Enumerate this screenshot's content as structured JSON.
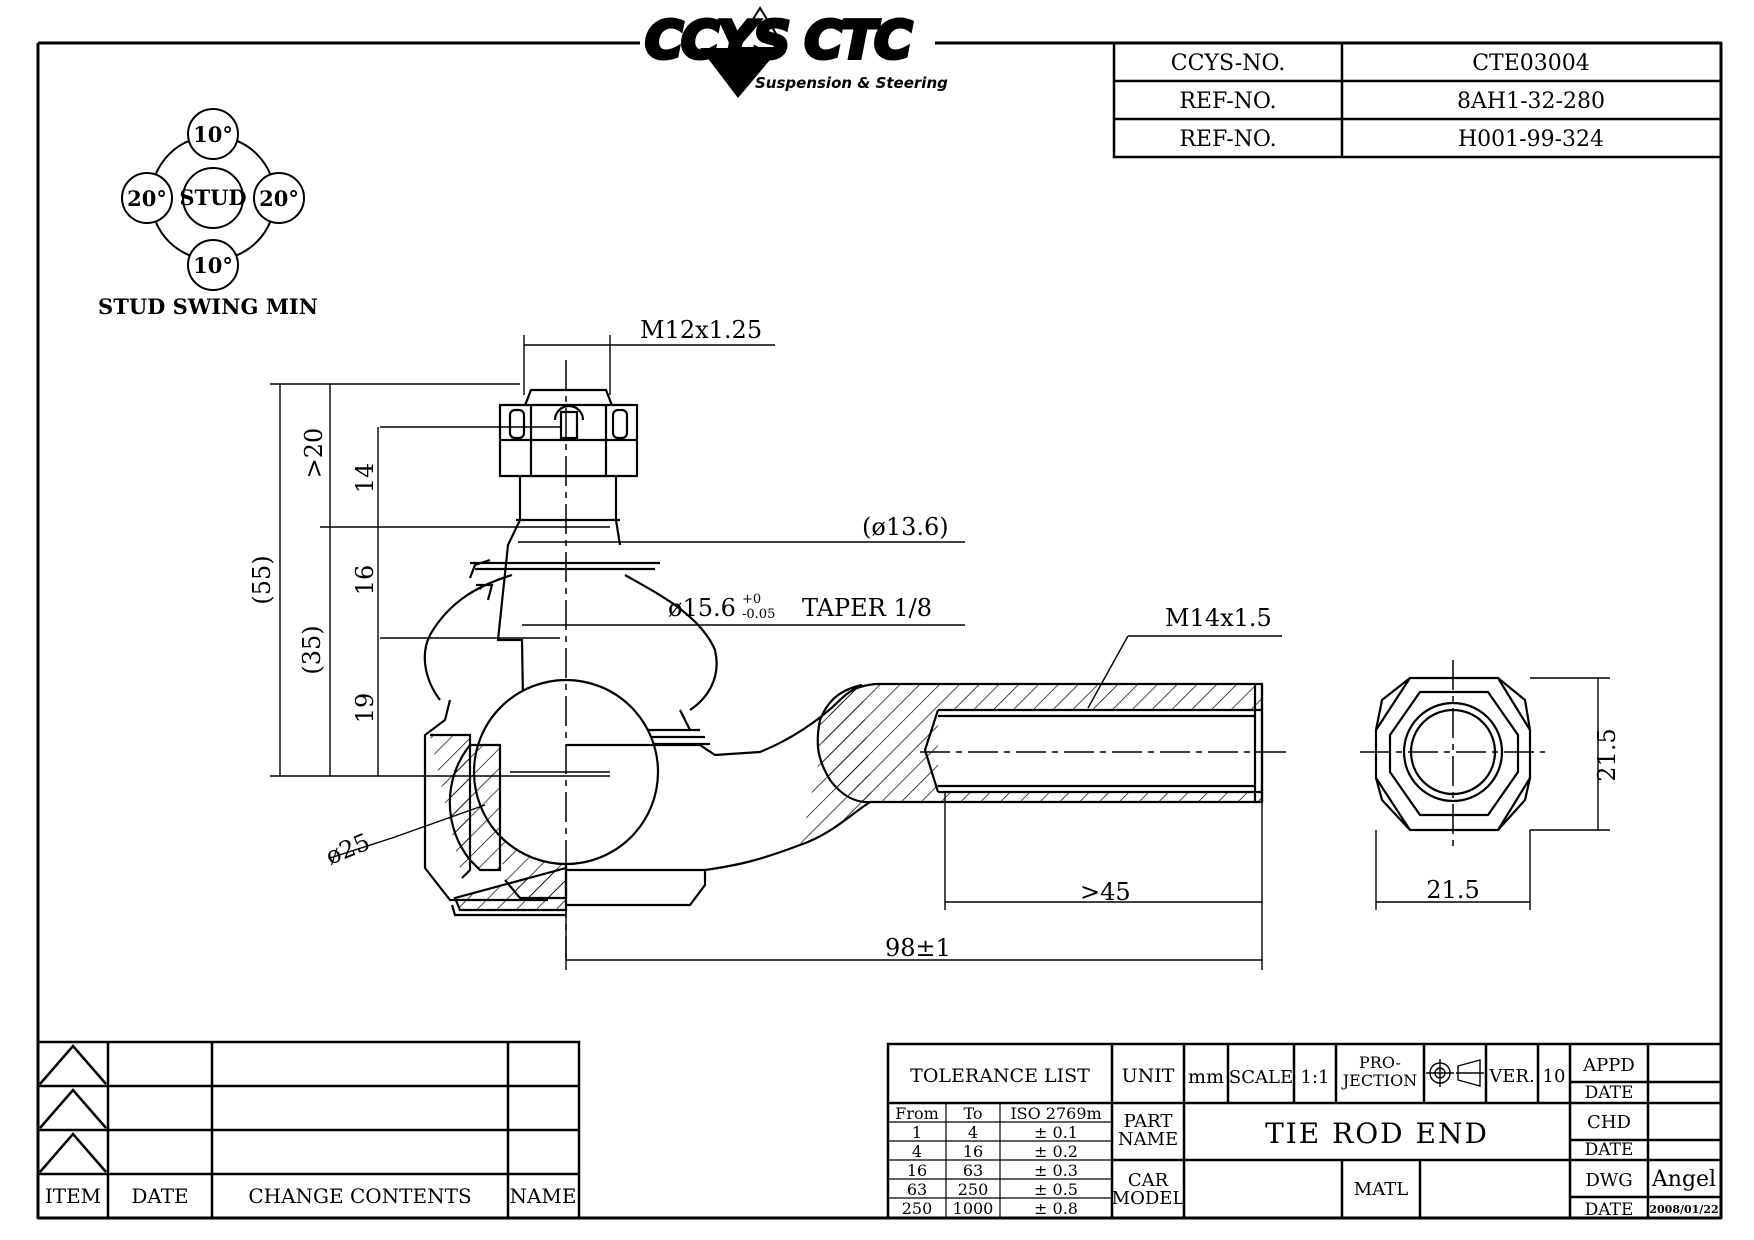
{
  "logo": {
    "brand": "CCYS CTC",
    "tagline": "Suspension & Steering"
  },
  "ref_table": [
    {
      "label": "CCYS-NO.",
      "value": "CTE03004"
    },
    {
      "label": "REF-NO.",
      "value": "8AH1-32-280"
    },
    {
      "label": "REF-NO.",
      "value": "H001-99-324"
    }
  ],
  "stud_swing": {
    "center": "STUD",
    "top": "10°",
    "bottom": "10°",
    "left": "20°",
    "right": "20°",
    "caption": "STUD SWING MIN"
  },
  "dimensions": {
    "thread_stud": "M12x1.25",
    "dia_13_6": "(ø13.6)",
    "taper": "ø15.6+0-0.05 TAPER 1/8",
    "taper_main": "ø15.6",
    "taper_tol_upper": "+0",
    "taper_tol_lower": "-0.05",
    "taper_rest": "TAPER 1/8",
    "thread_body": "M14x1.5",
    "h55": "(55)",
    "h35": "(35)",
    "gt20": ">20",
    "d14": "14",
    "d16": "16",
    "d19": "19",
    "ball": "ø25",
    "gt45": ">45",
    "length": "98±1",
    "hex_height": "21.5",
    "hex_width": "21.5"
  },
  "change_table": {
    "headers": [
      "ITEM",
      "DATE",
      "CHANGE CONTENTS",
      "NAME"
    ]
  },
  "title_block": {
    "tolerance_title": "TOLERANCE LIST",
    "tol_headers": [
      "From",
      "To",
      "ISO 2769m"
    ],
    "tol_rows": [
      [
        "1",
        "4",
        "± 0.1"
      ],
      [
        "4",
        "16",
        "± 0.2"
      ],
      [
        "16",
        "63",
        "± 0.3"
      ],
      [
        "63",
        "250",
        "± 0.5"
      ],
      [
        "250",
        "1000",
        "± 0.8"
      ]
    ],
    "unit_label": "UNIT",
    "unit_value": "mm",
    "scale_label": "SCALE",
    "scale_value": "1:1",
    "projection_label_1": "PRO-",
    "projection_label_2": "JECTION",
    "ver_label": "VER.",
    "ver_value": "10",
    "appd_label": "APPD",
    "date_label": "DATE",
    "part_name_label_1": "PART",
    "part_name_label_2": "NAME",
    "part_name": "TIE ROD END",
    "chd_label": "CHD",
    "car_model_label_1": "CAR",
    "car_model_label_2": "MODEL",
    "matl_label": "MATL",
    "dwg_label": "DWG",
    "dwg_value": "Angel",
    "dwg_date": "2008/01/22"
  }
}
